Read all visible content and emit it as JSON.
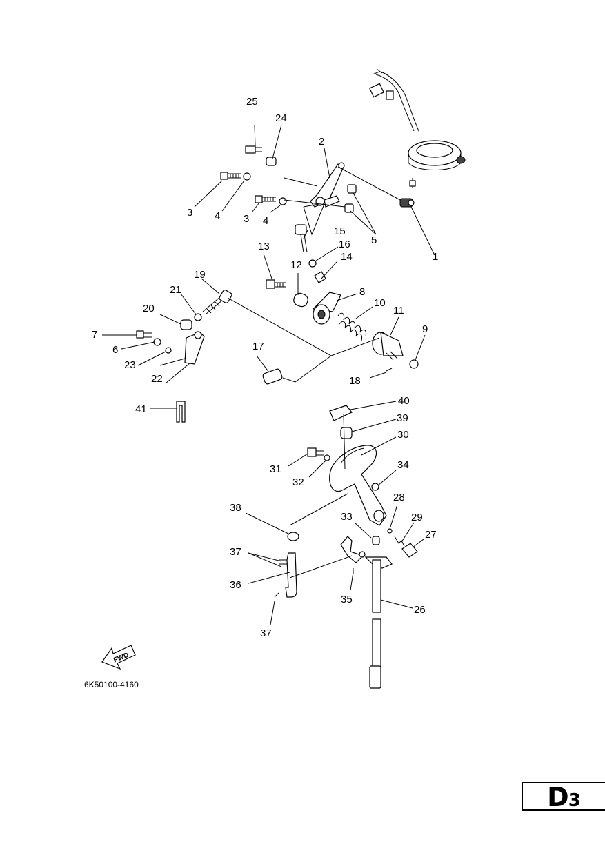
{
  "parts": [
    {
      "no": "1"
    },
    {
      "no": "2"
    },
    {
      "no": "3"
    },
    {
      "no": "3"
    },
    {
      "no": "4"
    },
    {
      "no": "4"
    },
    {
      "no": "5"
    },
    {
      "no": "6"
    },
    {
      "no": "7"
    },
    {
      "no": "8"
    },
    {
      "no": "9"
    },
    {
      "no": "10"
    },
    {
      "no": "11"
    },
    {
      "no": "12"
    },
    {
      "no": "13"
    },
    {
      "no": "14"
    },
    {
      "no": "15"
    },
    {
      "no": "16"
    },
    {
      "no": "17"
    },
    {
      "no": "18"
    },
    {
      "no": "19"
    },
    {
      "no": "20"
    },
    {
      "no": "21"
    },
    {
      "no": "22"
    },
    {
      "no": "23"
    },
    {
      "no": "24"
    },
    {
      "no": "25"
    },
    {
      "no": "26"
    },
    {
      "no": "27"
    },
    {
      "no": "28"
    },
    {
      "no": "29"
    },
    {
      "no": "30"
    },
    {
      "no": "31"
    },
    {
      "no": "32"
    },
    {
      "no": "33"
    },
    {
      "no": "34"
    },
    {
      "no": "35"
    },
    {
      "no": "36"
    },
    {
      "no": "37"
    },
    {
      "no": "37"
    },
    {
      "no": "38"
    },
    {
      "no": "39"
    },
    {
      "no": "40"
    },
    {
      "no": "41"
    }
  ],
  "fwd_label": "FWD",
  "diagram_code": "6K50100-4160",
  "page_id": {
    "letter": "D",
    "number": "3"
  }
}
